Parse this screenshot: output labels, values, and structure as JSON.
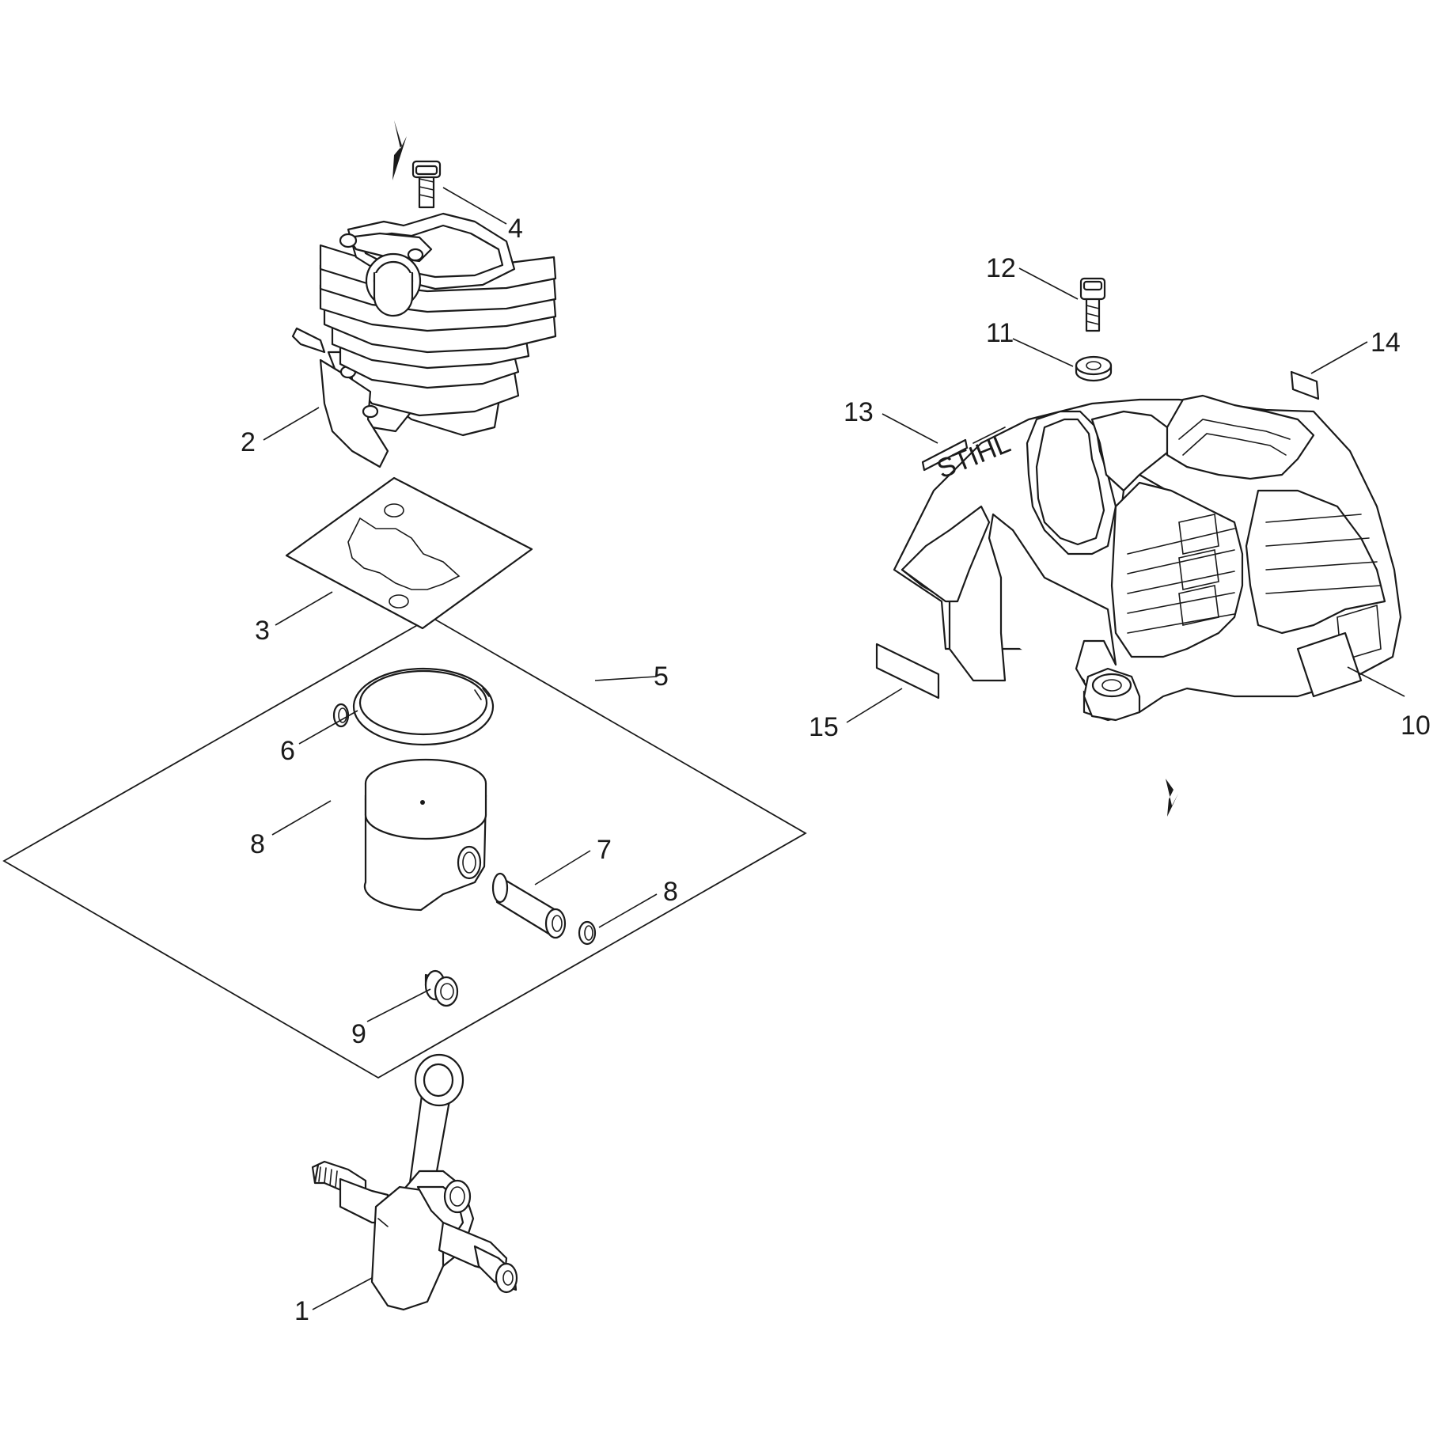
{
  "diagram": {
    "callouts": [
      {
        "id": "c1",
        "label": "1"
      },
      {
        "id": "c2",
        "label": "2"
      },
      {
        "id": "c3",
        "label": "3"
      },
      {
        "id": "c4",
        "label": "4"
      },
      {
        "id": "c5",
        "label": "5"
      },
      {
        "id": "c6",
        "label": "6"
      },
      {
        "id": "c7",
        "label": "7"
      },
      {
        "id": "c8a",
        "label": "8"
      },
      {
        "id": "c8b",
        "label": "8"
      },
      {
        "id": "c9",
        "label": "9"
      },
      {
        "id": "c10",
        "label": "10"
      },
      {
        "id": "c11",
        "label": "11"
      },
      {
        "id": "c12",
        "label": "12"
      },
      {
        "id": "c13",
        "label": "13"
      },
      {
        "id": "c14",
        "label": "14"
      },
      {
        "id": "c15",
        "label": "15"
      }
    ],
    "cover_logo_text": "STIHL"
  }
}
